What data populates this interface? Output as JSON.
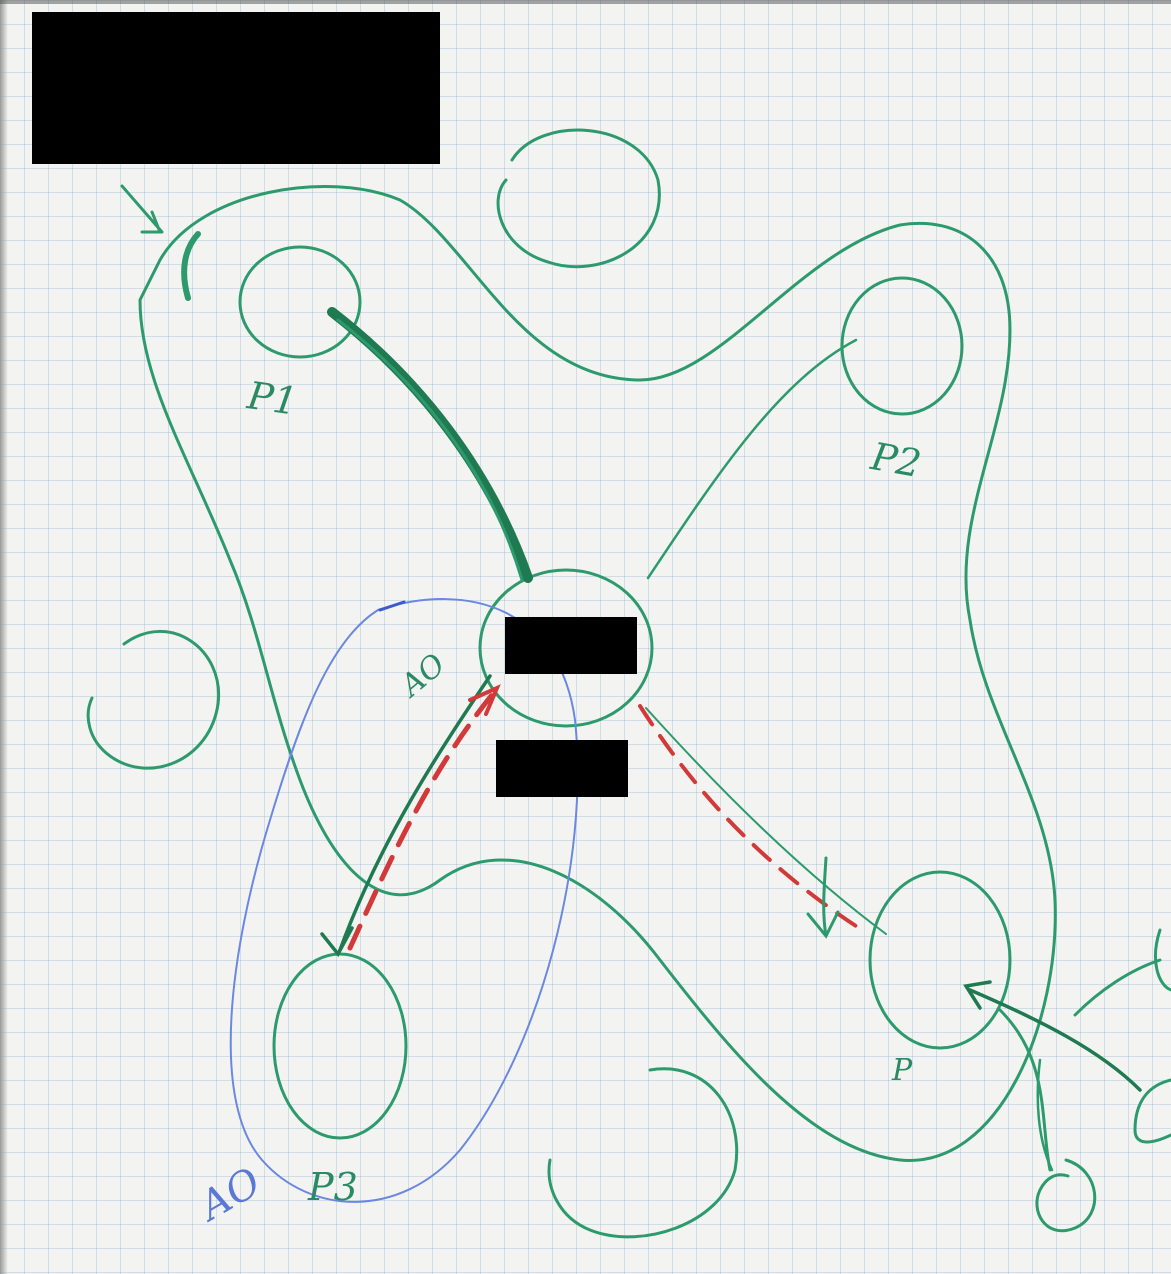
{
  "colors": {
    "green_marker": "#2d9a6e",
    "dark_green_marker": "#1f7a52",
    "red_marker": "#d23a3a",
    "blue_marker": "#6b88e0",
    "redaction": "#000000"
  },
  "labels": {
    "p1": "P1",
    "p2": "P2",
    "p3": "P3",
    "p": "P",
    "blue_mark_top": "AO",
    "blue_mark_bottom": "AO"
  },
  "redactions": {
    "top_left": "",
    "center_node": "",
    "below_center": ""
  }
}
